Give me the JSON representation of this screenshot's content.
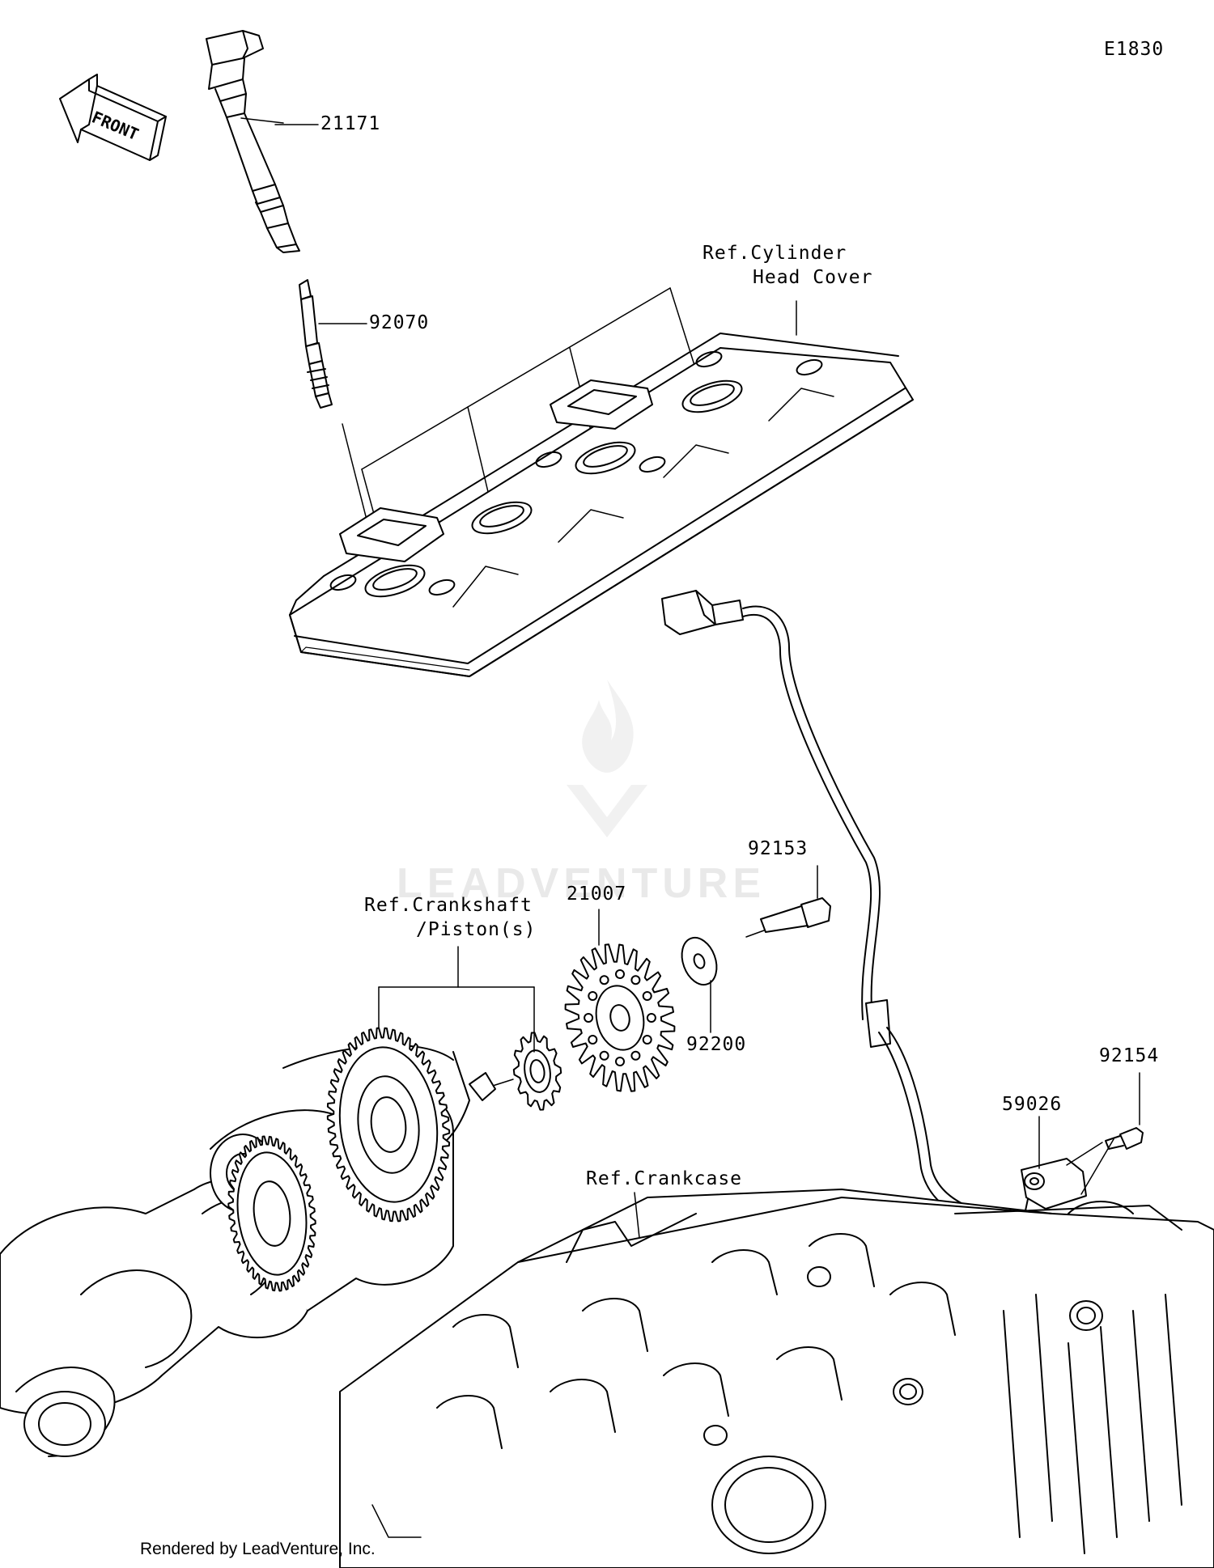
{
  "diagram_code": "E1830",
  "direction_marker": "FRONT",
  "part_labels": {
    "ignition_coil": "21171",
    "spark_plug": "92070",
    "rotor": "21007",
    "bolt": "92153",
    "washer": "92200",
    "sensor_bolt": "92154",
    "crankshaft_sensor": "59026"
  },
  "reference_labels": {
    "cylinder_head_cover_line1": "Ref.Cylinder",
    "cylinder_head_cover_line2": "Head Cover",
    "crankshaft_line1": "Ref.Crankshaft",
    "crankshaft_line2": "/Piston(s)",
    "crankcase": "Ref.Crankcase"
  },
  "watermark": "LEADVENTURE",
  "footer": "Rendered by LeadVenture, Inc."
}
